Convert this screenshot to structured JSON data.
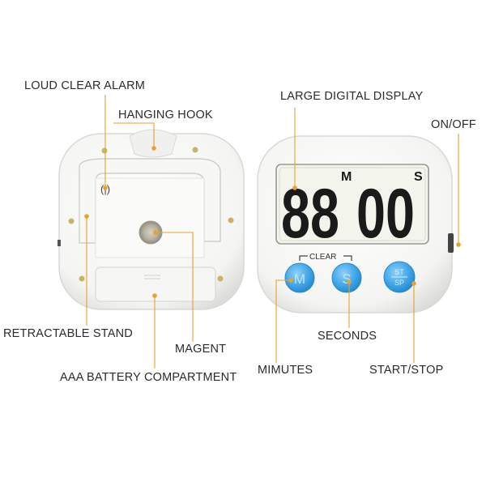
{
  "labels": {
    "loud_clear_alarm": "LOUD CLEAR ALARM",
    "hanging_hook": "HANGING HOOK",
    "large_digital_display": "LARGE DIGITAL DISPLAY",
    "on_off": "ON/OFF",
    "retractable_stand": "RETRACTABLE STAND",
    "magent": "MAGENT",
    "aaa_battery": "AAA BATTERY COMPARTMENT",
    "mimutes": "MIMUTES",
    "seconds": "SECONDS",
    "start_stop": "START/STOP"
  },
  "device": {
    "display_minutes": "88",
    "display_seconds": "00",
    "unit_minutes": "M",
    "unit_seconds": "S",
    "clear_label": "CLEAR",
    "btn_minutes": "M",
    "btn_seconds": "S",
    "btn_start_top": "ST",
    "btn_start_bottom": "SP",
    "back_mark": "(|)"
  },
  "colors": {
    "leader_line": "#e8a12a",
    "button_blue": "#3fa6e8",
    "display_bg": "#f3f4ec",
    "digit": "#1a1a1a"
  }
}
